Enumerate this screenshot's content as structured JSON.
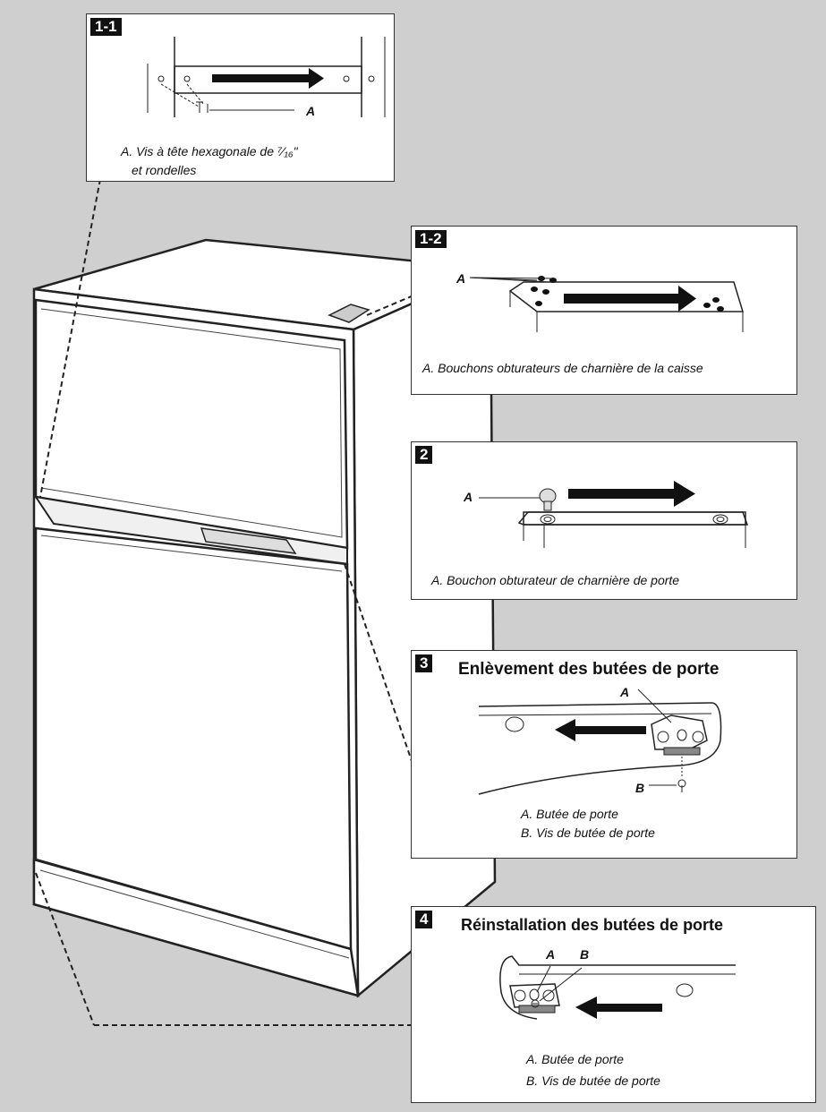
{
  "panels": {
    "p11": {
      "number": "1-1",
      "label_a": "A",
      "caption_line1": "A. Vis à tête hexagonale de ⁷⁄₁₆\"",
      "caption_line2": "et rondelles"
    },
    "p12": {
      "number": "1-2",
      "label_a": "A",
      "caption": "A. Bouchons obturateurs de charnière de la caisse"
    },
    "p2": {
      "number": "2",
      "label_a": "A",
      "caption": "A. Bouchon obturateur de charnière de porte"
    },
    "p3": {
      "number": "3",
      "heading": "Enlèvement des butées de porte",
      "label_a": "A",
      "label_b": "B",
      "caption_a": "A. Butée de porte",
      "caption_b": "B. Vis de butée de porte"
    },
    "p4": {
      "number": "4",
      "heading": "Réinstallation des butées de porte",
      "label_a": "A",
      "label_b": "B",
      "caption_a": "A. Butée de porte",
      "caption_b": "B. Vis de butée de porte"
    }
  },
  "icons": {
    "arrow": "arrow-icon",
    "screw": "screw-icon",
    "plug": "plug-icon"
  }
}
